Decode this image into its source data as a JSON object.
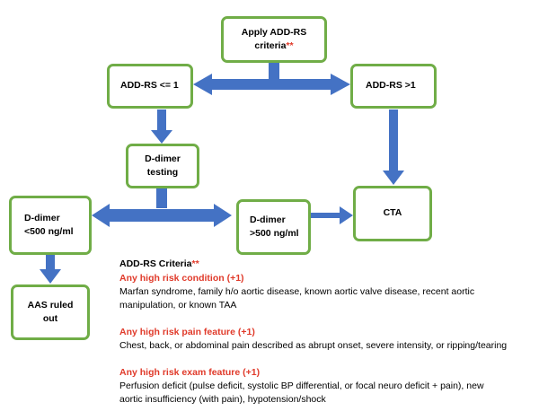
{
  "boxes": {
    "apply": {
      "line1": "Apply ADD-RS",
      "line2": "criteria",
      "mark": "**"
    },
    "low": "ADD-RS <= 1",
    "high": "ADD-RS >1",
    "ddimer_test": {
      "line1": "D-dimer",
      "line2": "testing"
    },
    "ddimer_low": {
      "line1": "D-dimer",
      "line2": "<500 ng/ml"
    },
    "ddimer_high": {
      "line1": "D-dimer",
      "line2": ">500 ng/ml"
    },
    "cta": "CTA",
    "ruled_out": {
      "line1": "AAS ruled",
      "line2": "out"
    }
  },
  "legend": {
    "title": "ADD-RS Criteria",
    "title_mark": "**",
    "sections": [
      {
        "heading": "Any high risk condition (+1)",
        "lines": [
          "Marfan syndrome, family h/o aortic disease, known aortic valve disease, recent aortic",
          "manipulation, or known TAA"
        ]
      },
      {
        "heading": "Any high risk pain feature (+1)",
        "lines": [
          "Chest, back, or abdominal pain described as abrupt onset, severe intensity, or ripping/tearing"
        ]
      },
      {
        "heading": "Any high risk exam feature (+1)",
        "lines": [
          "Perfusion deficit (pulse deficit, systolic BP differential, or focal neuro deficit + pain), new",
          "aortic insufficiency (with pain), hypotension/shock"
        ]
      }
    ]
  },
  "colors": {
    "box_border": "#70ad47",
    "arrow": "#4472c4",
    "highlight": "#e03a2a"
  }
}
